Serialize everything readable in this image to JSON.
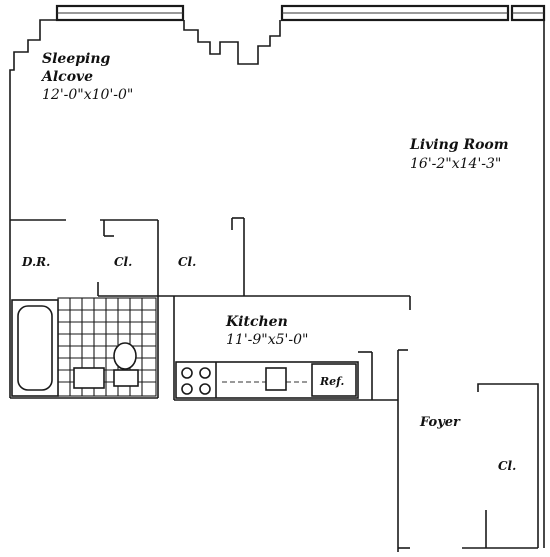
{
  "rooms": {
    "sleeping_alcove": {
      "name_line1": "Sleeping",
      "name_line2": "Alcove",
      "size": "12'-0\"x10'-0\""
    },
    "living_room": {
      "name": "Living Room",
      "size": "16'-2\"x14'-3\""
    },
    "dining": {
      "name": "D.R."
    },
    "closet_1": {
      "name": "Cl."
    },
    "closet_2": {
      "name": "Cl."
    },
    "kitchen": {
      "name": "Kitchen",
      "size": "11'-9\"x5'-0\""
    },
    "refrigerator": {
      "name": "Ref."
    },
    "foyer": {
      "name": "Foyer"
    },
    "closet_3": {
      "name": "Cl."
    }
  },
  "colors": {
    "ink": "#1a1a1a",
    "paper": "#ffffff"
  }
}
